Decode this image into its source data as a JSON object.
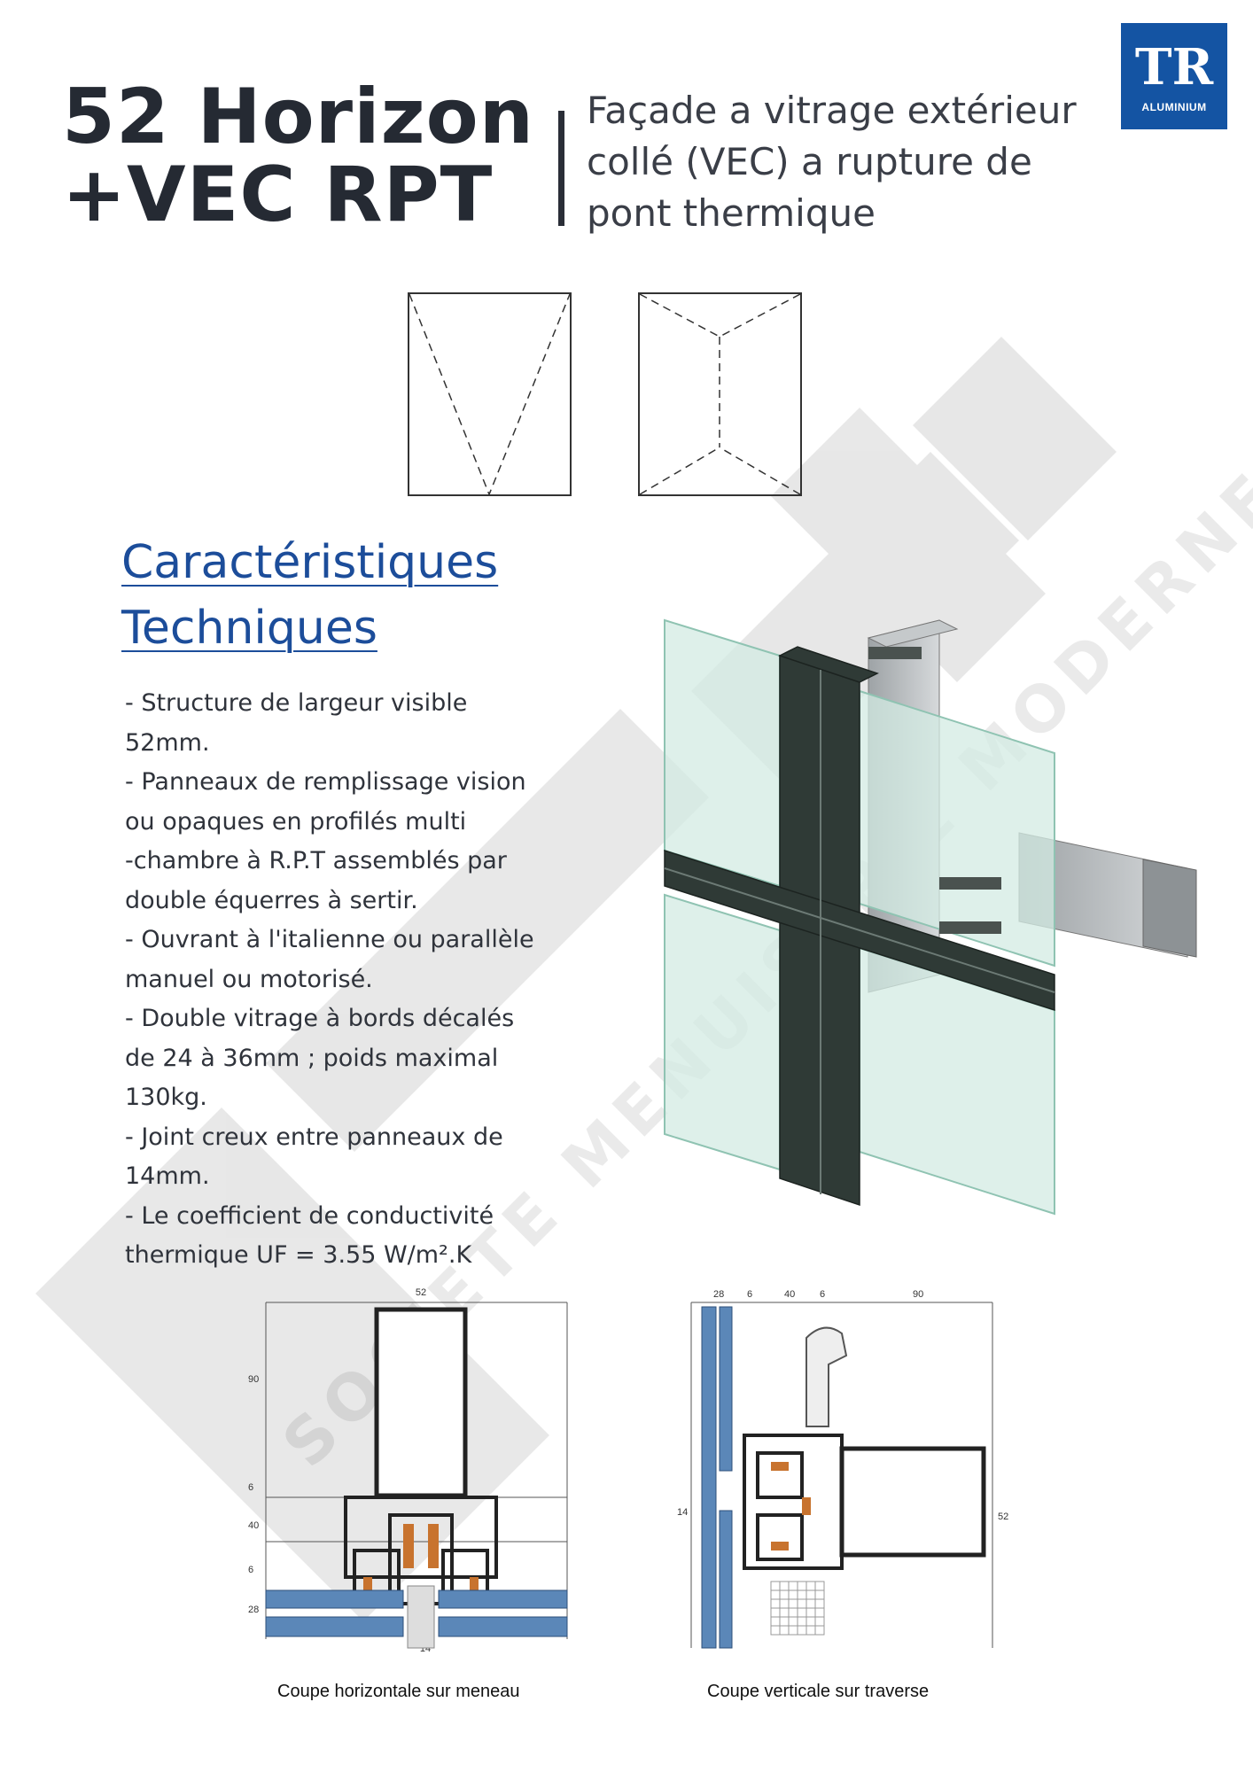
{
  "header": {
    "title_lines": [
      "52 Horizon",
      "+VEC RPT"
    ],
    "subtitle_lines": [
      "Façade a vitrage extérieur",
      "collé (VEC) a rupture de",
      "pont thermique"
    ]
  },
  "logo": {
    "mark": "TR",
    "text": "ALUMINIUM",
    "color": "#1454a3"
  },
  "watermark": {
    "text": "SOCIETE MENUISERIE MODERNE"
  },
  "section": {
    "heading_lines": [
      "Caractéristiques",
      "Techniques "
    ]
  },
  "features_lines": [
    "- Structure de largeur visible",
    "52mm.",
    "- Panneaux de remplissage vision",
    "ou opaques en profilés multi",
    "-chambre à R.P.T assemblés par",
    "double équerres à sertir.",
    "- Ouvrant à l'italienne ou parallèle",
    "manuel ou motorisé.",
    "- Double vitrage à bords décalés",
    "de 24 à 36mm ; poids maximal",
    "130kg.",
    "- Joint creux entre panneaux de",
    "14mm.",
    "- Le coefficient de conductivité",
    "thermique UF = 3.55 W/m².K"
  ],
  "drawings": {
    "horizontal": {
      "caption": "Coupe horizontale sur meneau",
      "dims": {
        "top": "52",
        "left": [
          "90",
          "6",
          "40",
          "6",
          "28"
        ],
        "bottom": "14"
      }
    },
    "vertical": {
      "caption": "Coupe verticale sur traverse",
      "dims": {
        "top": [
          "28",
          "6",
          "40",
          "6",
          "90"
        ],
        "left": "14",
        "right": "52"
      }
    }
  },
  "colors": {
    "accent": "#1c4d9a",
    "profile_dark": "#2f3a36",
    "glass": "#cfe6df",
    "section_blue": "#5b87b8"
  }
}
